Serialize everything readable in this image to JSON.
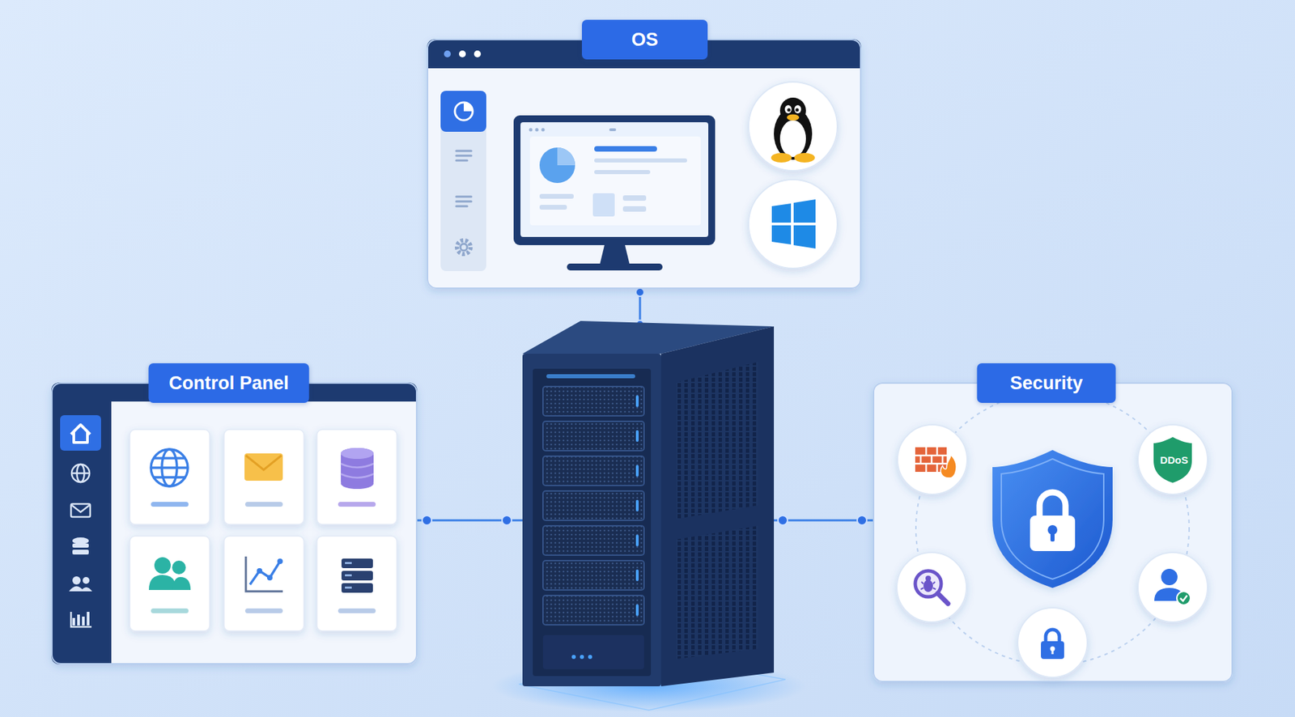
{
  "diagram": {
    "nodes": [
      {
        "text": [
          "OS"
        ]
      },
      {
        "text": [
          "Control Panel"
        ]
      },
      {
        "text": [
          "Security"
        ]
      },
      {
        "text": [
          "DDoS"
        ],
        "in": 2
      }
    ]
  }
}
